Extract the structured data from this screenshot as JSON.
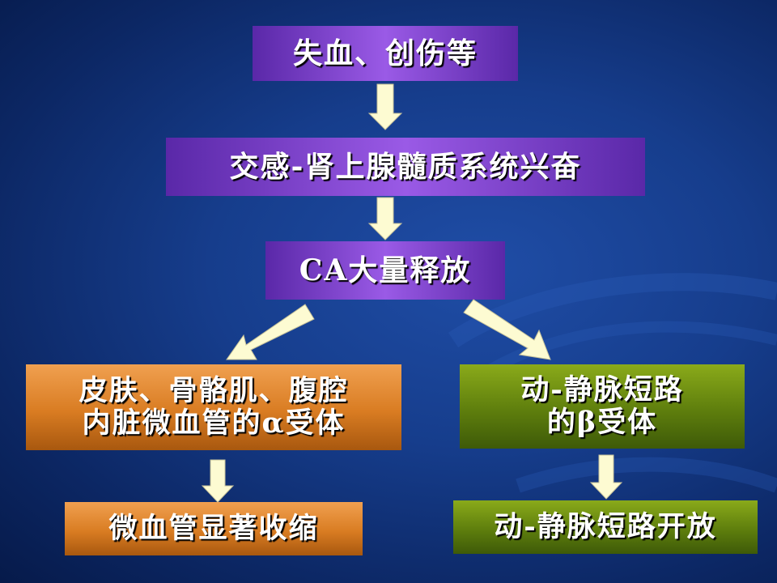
{
  "nodes": {
    "n1": "失血、创伤等",
    "n2": "交感-肾上腺髓质系统兴奋",
    "n3": "CA大量释放",
    "n4a": "皮肤、骨骼肌、腹腔",
    "n4b": "内脏微血管的α受体",
    "n5a": "动-静脉短路",
    "n5b": "的β受体",
    "n6": "微血管显著收缩",
    "n7": "动-静脉短路开放"
  },
  "colors": {
    "background": "#163d8c",
    "box_purple": "#7a42c8",
    "box_orange": "#d97c22",
    "box_green": "#5e7e0d",
    "arrow": "#fdfbd2",
    "text": "#ffffff"
  }
}
